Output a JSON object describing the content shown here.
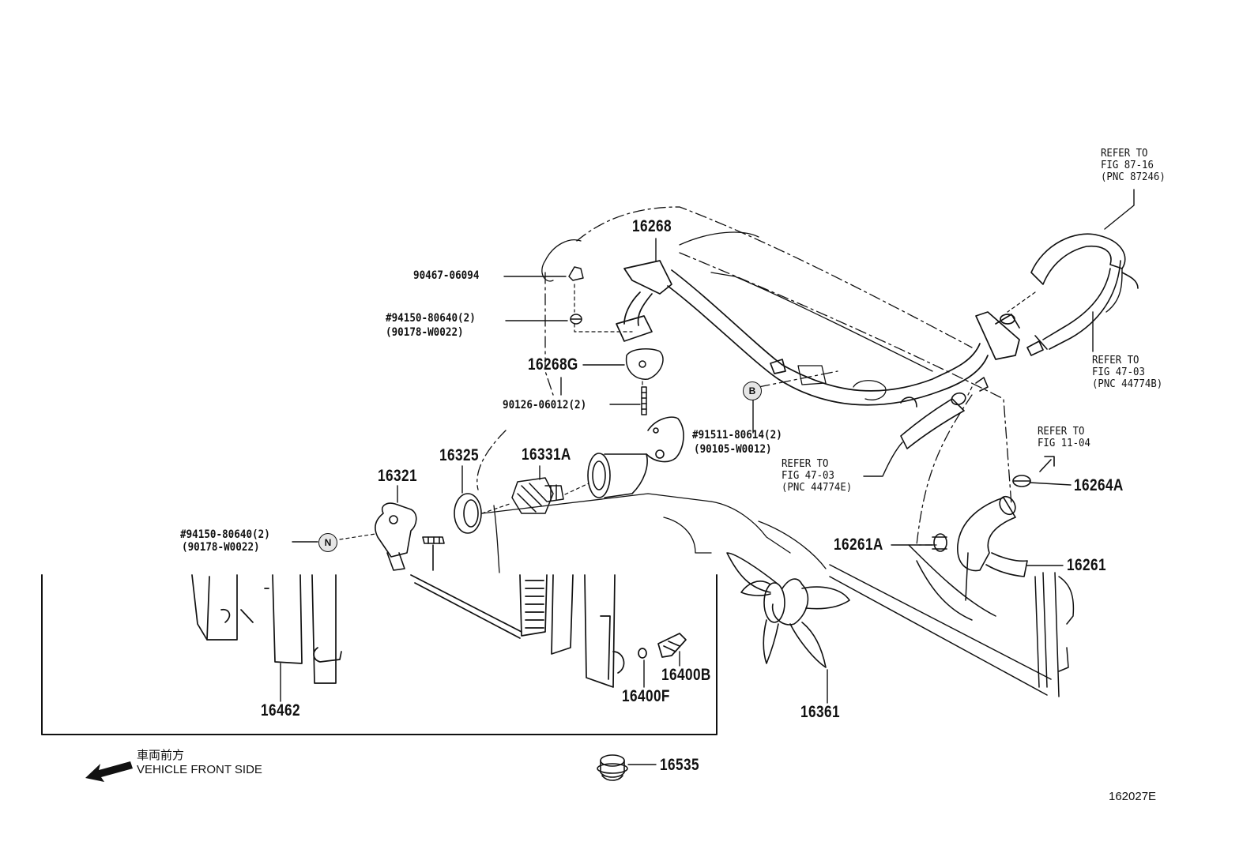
{
  "parts": {
    "p16268": "16268",
    "p90467": "90467-06094",
    "p94150_top": "#94150-80640(2)",
    "p90178_top": "(90178-W0022)",
    "p16268g": "16268G",
    "p90126": "90126-06012(2)",
    "p91511": "#91511-80614(2)",
    "p90105": "(90105-W0012)",
    "p16325": "16325",
    "p16331a": "16331A",
    "p16321": "16321",
    "p94150_left": "#94150-80640(2)",
    "p90178_left": "(90178-W0022)",
    "p16264a": "16264A",
    "p16261a": "16261A",
    "p16261": "16261",
    "p16400b": "16400B",
    "p16400f": "16400F",
    "p16462": "16462",
    "p16361": "16361",
    "p16535": "16535"
  },
  "refs": {
    "r87_16": {
      "l1": "REFER TO",
      "l2": "FIG 87-16",
      "l3": "(PNC 87246)"
    },
    "r47_03b": {
      "l1": "REFER TO",
      "l2": "FIG 47-03",
      "l3": "(PNC 44774B)"
    },
    "r11_04": {
      "l1": "REFER TO",
      "l2": "FIG 11-04"
    },
    "r47_03e": {
      "l1": "REFER TO",
      "l2": "FIG 47-03",
      "l3": "(PNC 44774E)"
    }
  },
  "badges": {
    "b": "B",
    "n": "N"
  },
  "legend": {
    "jp": "車両前方",
    "en": "VEHICLE FRONT SIDE"
  },
  "figure_code": "162027E"
}
